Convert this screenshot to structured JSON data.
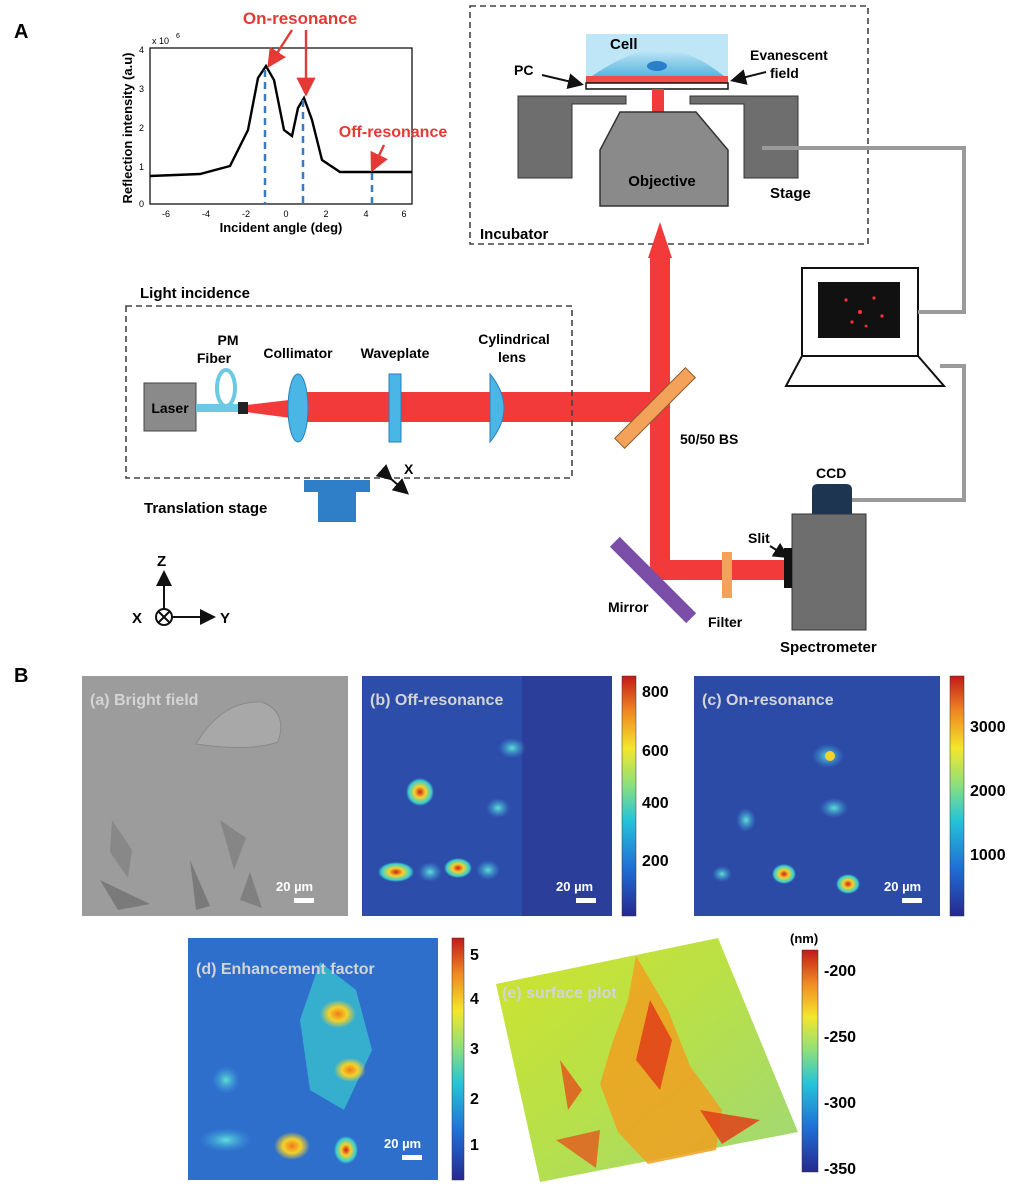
{
  "panel_a": {
    "label": "A",
    "graph": {
      "ylabel": "Reflection intensity (a.u)",
      "xlabel": "Incident angle (deg)",
      "y_exponent": "x 10",
      "y_exponent_power": "6",
      "on_resonance": "On-resonance",
      "off_resonance": "Off-resonance",
      "x_ticks": [
        "-6",
        "-4",
        "-2",
        "0",
        "2",
        "4",
        "6"
      ],
      "y_ticks": [
        "0",
        "1",
        "2",
        "3",
        "4"
      ]
    },
    "setup": {
      "cell": "Cell",
      "pc": "PC",
      "evanescent_line1": "Evanescent",
      "evanescent_line2": "field",
      "objective": "Objective",
      "stage": "Stage",
      "incubator": "Incubator",
      "light_incidence": "Light incidence",
      "pm_line1": "PM",
      "pm_line2": "Fiber",
      "collimator": "Collimator",
      "waveplate": "Waveplate",
      "cyl_line1": "Cylindrical",
      "cyl_line2": "lens",
      "laser": "Laser",
      "bs": "50/50 BS",
      "x_axis_small": "X",
      "translation_stage": "Translation stage",
      "ccd": "CCD",
      "slit": "Slit",
      "mirror": "Mirror",
      "filter": "Filter",
      "spectrometer": "Spectrometer",
      "axis_z": "Z",
      "axis_x": "X",
      "axis_y": "Y"
    }
  },
  "panel_b": {
    "label": "B",
    "a_title": "(a) Bright field",
    "b_title": "(b) Off-resonance",
    "c_title": "(c) On-resonance",
    "d_title": "(d) Enhancement factor",
    "e_title": "(e) surface plot",
    "scale": "20 µm",
    "cb_b": [
      "800",
      "600",
      "400",
      "200"
    ],
    "cb_c": [
      "3000",
      "2000",
      "1000"
    ],
    "cb_d": [
      "5",
      "4",
      "3",
      "2",
      "1"
    ],
    "cb_e_unit": "(nm)",
    "cb_e": [
      "-200",
      "-250",
      "-300",
      "-350"
    ]
  },
  "colors": {
    "red_label": "#e53935",
    "beam": "#f33a3a",
    "dash_blue": "#3a7bbf",
    "heat_bg": "#2b3f9a"
  }
}
